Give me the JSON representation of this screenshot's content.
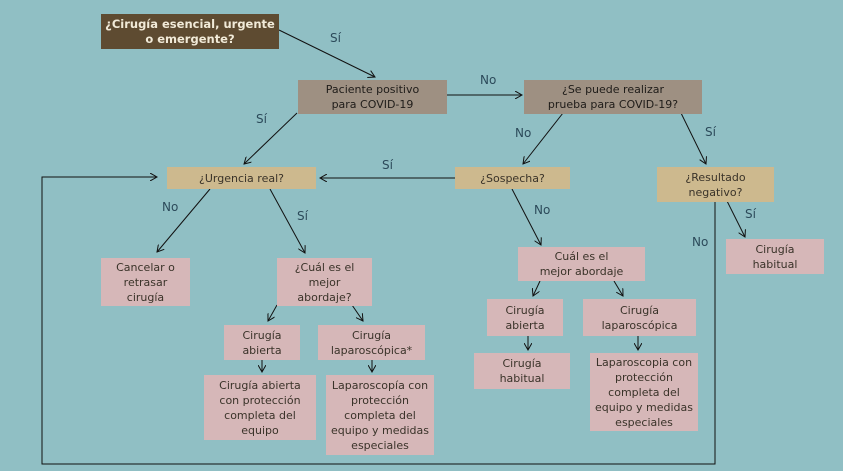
{
  "colors": {
    "background": "#90bfc4",
    "start_node": "#5e4b31",
    "gray_node": "#9e9082",
    "decision_node": "#cdb98e",
    "action_node": "#d6b7b8",
    "line": "#111111"
  },
  "nodes": {
    "start": "¿Cirugía esencial, urgente\no emergente?",
    "positive": "Paciente positivo\npara COVID-19",
    "test_possible": "¿Se puede realizar\nprueba para COVID-19?",
    "real_urgency": "¿Urgencia real?",
    "suspicion": "¿Sospecha?",
    "negative_result": "¿Resultado\nnegativo?",
    "usual_surgery_right": "Cirugía\nhabitual",
    "cancel": "Cancelar o\nretrasar\ncirugía",
    "best_approach_left": "¿Cuál es el\nmejor\nabordaje?",
    "open_left": "Cirugía\nabierta",
    "lap_left": "Cirugía\nlaparoscópica*",
    "open_protect": "Cirugía abierta\ncon protección\ncompleta del\nequipo",
    "lap_protect_left": "Laparoscopía con\nprotección\ncompleta del\nequipo y medidas\nespeciales",
    "best_approach_mid": "Cuál es el\nmejor abordaje",
    "open_mid": "Cirugía\nabierta",
    "lap_mid": "Cirugía\nlaparoscópica",
    "usual_surgery_mid": "Cirugía\nhabitual",
    "lap_protect_mid": "Laparoscopia con\nprotección\ncompleta del\nequipo y medidas\nespeciales"
  },
  "edge_labels": {
    "start_to_positive": "Sí",
    "positive_to_test": "No",
    "positive_to_urgency": "Sí",
    "test_to_suspicion": "No",
    "test_to_result": "Sí",
    "suspicion_to_urgency": "Sí",
    "suspicion_to_approach": "No",
    "urgency_to_cancel": "No",
    "urgency_to_approach": "Sí",
    "result_to_usual": "Sí",
    "result_loop": "No"
  }
}
